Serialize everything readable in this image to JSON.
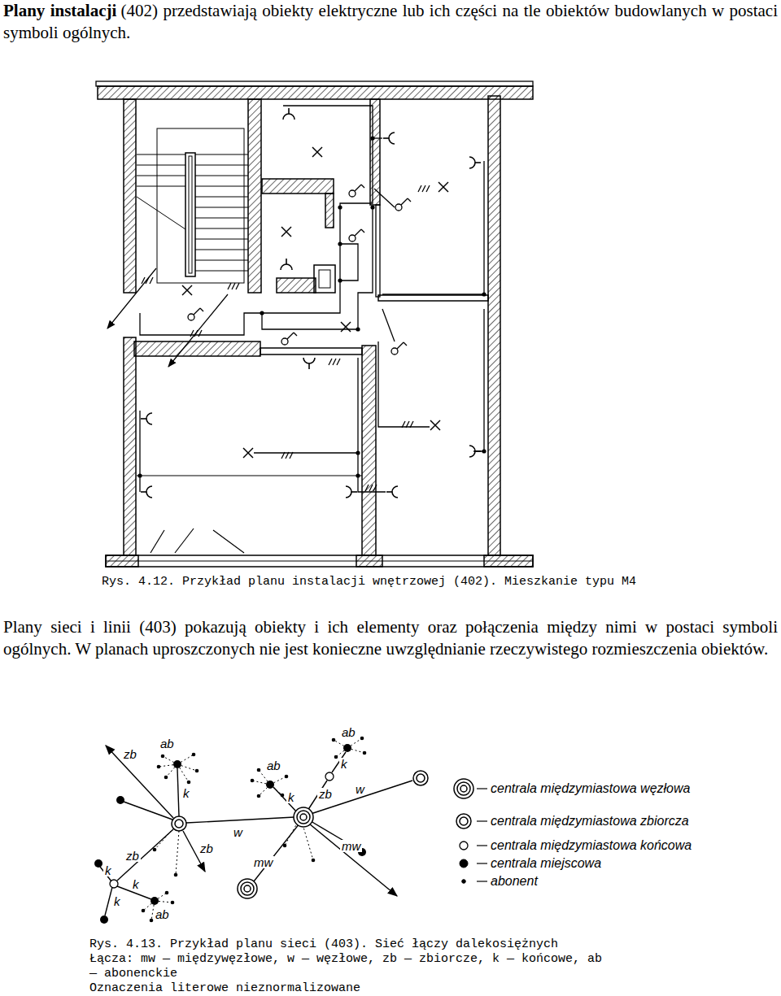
{
  "diagram": {
    "labels": [
      "Plany instalacji",
      "(402) przedstawiają obiekty elektryczne lub ich części na tle obiektów budowlanych w postaci symboli ogólnych.",
      "Rys. 4.12. Przykład planu instalacji wnętrzowej (402). Mieszkanie typu M4",
      "Plany sieci i linii (403) pokazują obiekty i ich elementy oraz połączenia między nimi w postaci symboli ogólnych. W planach uproszczonych nie jest konieczne uwzględnianie rzeczywistego rozmieszczenia obiektów.",
      "zb",
      "ab",
      "k",
      "zb",
      "zb",
      "k",
      "k",
      "k",
      "ab",
      "w",
      "ab",
      "k",
      "zb",
      "w",
      "ab",
      "k",
      "mw",
      "mw",
      "Rys. 4.13. Przykład planu sieci (403). Sieć łączy dalekosiężnych",
      "Łącza: mw — międzywęzłowe, w — węzłowe, zb — zbiorcze, k — końcowe, ab — abonenckie",
      "Oznaczenia literowe nieznormalizowane"
    ],
    "legend": [
      {
        "text": "centrala międzymiastowa węzłowa"
      },
      {
        "text": "centrala międzymiastowa zbiorcza"
      },
      {
        "text": "centrala międzymiastowa końcowa"
      },
      {
        "text": "centrala miejscowa"
      },
      {
        "text": "abonent"
      }
    ]
  }
}
